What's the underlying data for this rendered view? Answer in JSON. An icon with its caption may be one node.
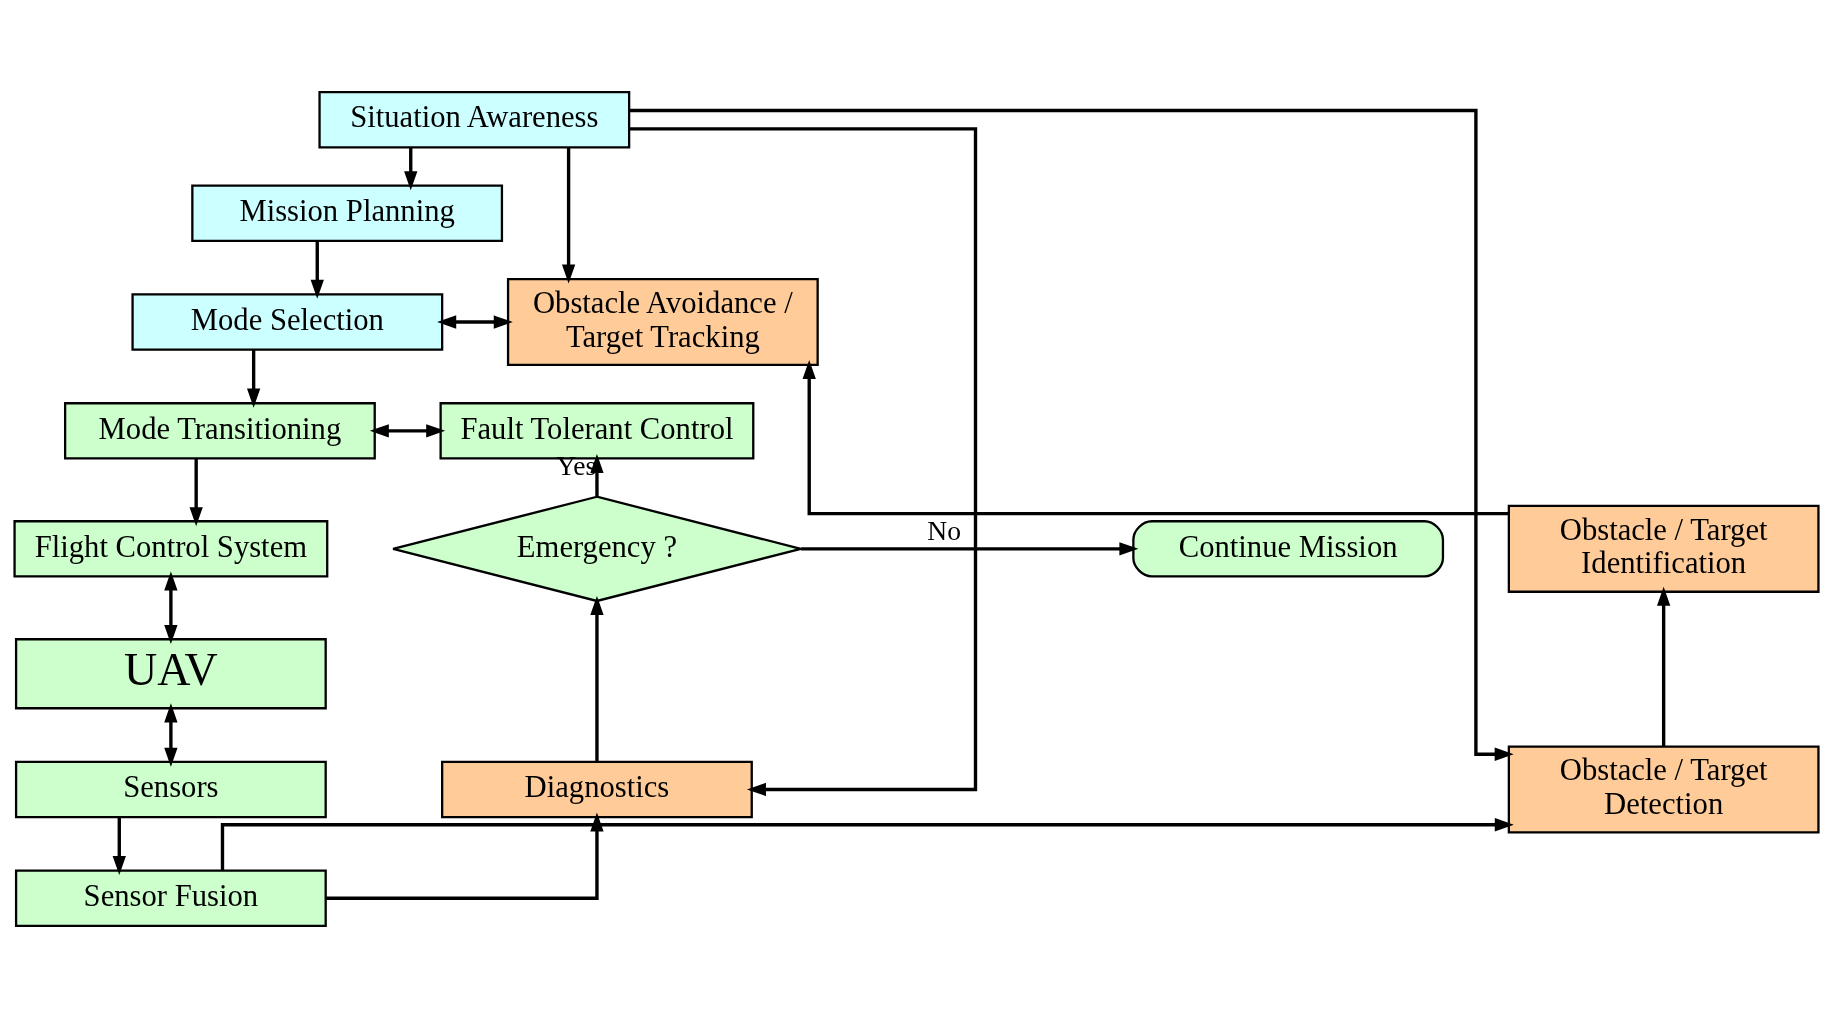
{
  "diagram": {
    "nodes": [
      {
        "text": [
          "Situation Awareness"
        ]
      },
      {
        "text": [
          "Mission Planning"
        ]
      },
      {
        "text": [
          "Mode Selection"
        ]
      },
      {
        "text": [
          "Mode Transitioning"
        ]
      },
      {
        "text": [
          "Flight Control System"
        ]
      },
      {
        "text": [
          "UAV"
        ]
      },
      {
        "text": [
          "Sensors"
        ]
      },
      {
        "text": [
          "Sensor Fusion"
        ]
      },
      {
        "text": [
          "Obstacle Avoidance / Target Tracking"
        ]
      },
      {
        "text": [
          "Obstacle / Target Identification"
        ]
      },
      {
        "text": [
          "Obstacle / Target Detection"
        ]
      },
      {
        "text": [
          "Fault Tolerant Control"
        ]
      },
      {
        "text": [
          "Emergency ?"
        ]
      },
      {
        "text": [
          "Continue Mission"
        ]
      },
      {
        "text": [
          "Diagnostics"
        ]
      }
    ],
    "edges": [
      {
        "from": 0,
        "to": 1,
        "arrow": "to"
      },
      {
        "from": 1,
        "to": 2,
        "arrow": "to"
      },
      {
        "from": 2,
        "to": 3,
        "arrow": "to"
      },
      {
        "from": 3,
        "to": 4,
        "arrow": "to"
      },
      {
        "from": 4,
        "to": 5,
        "arrow": "both"
      },
      {
        "from": 5,
        "to": 6,
        "arrow": "both"
      },
      {
        "from": 6,
        "to": 7,
        "arrow": "to"
      },
      {
        "from": 0,
        "to": 8,
        "arrow": "to"
      },
      {
        "from": 0,
        "to": 10,
        "arrow": "to"
      },
      {
        "from": 0,
        "to": 14,
        "arrow": "to"
      },
      {
        "from": 2,
        "to": 8,
        "arrow": "both"
      },
      {
        "from": 3,
        "to": 11,
        "arrow": "both"
      },
      {
        "from": 10,
        "to": 9,
        "arrow": "to"
      },
      {
        "from": 9,
        "to": 8,
        "arrow": "to"
      },
      {
        "from": 7,
        "to": 10,
        "arrow": "to"
      },
      {
        "from": 7,
        "to": 14,
        "arrow": "to"
      },
      {
        "from": 14,
        "to": 12,
        "arrow": "to"
      },
      {
        "from": 12,
        "to": 11,
        "arrow": "to",
        "label": "Yes"
      },
      {
        "from": 12,
        "to": 13,
        "arrow": "to",
        "label": "No"
      }
    ]
  }
}
